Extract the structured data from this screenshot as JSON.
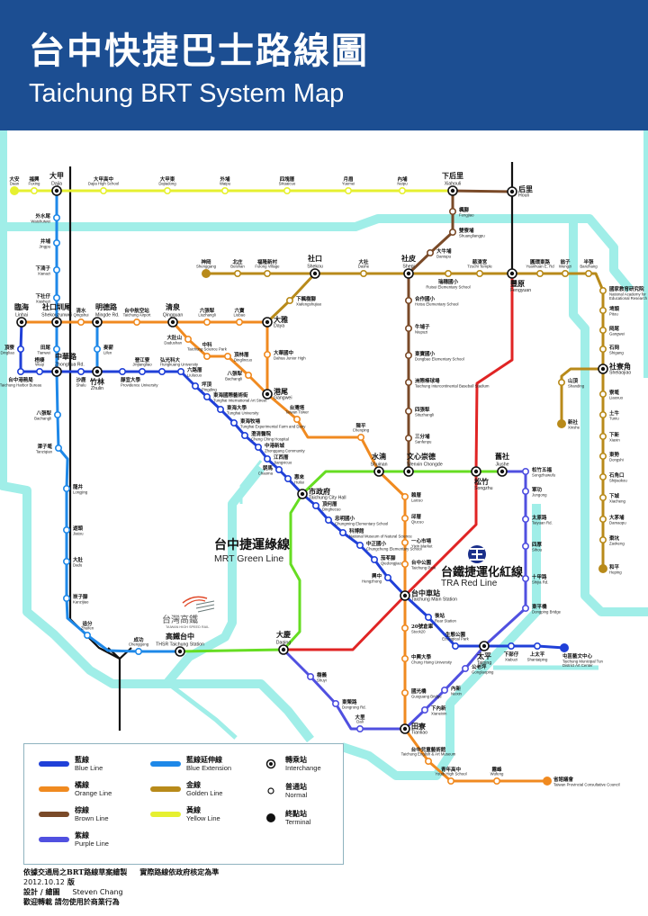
{
  "header": {
    "title_zh": "台中快捷巴士路線圖",
    "title_en": "Taichung BRT System Map",
    "background": "#1c4e92"
  },
  "labels": {
    "mrt_zh": "台中捷運綠線",
    "mrt_en": "MRT Green Line",
    "tra_zh": "台鐵捷運化紅線",
    "tra_en": "TRA Red Line",
    "thsr_zh": "台灣高鐵",
    "thsr_en": "TAIWAN HIGH SPEED RAIL"
  },
  "legend": {
    "lines": [
      {
        "zh": "藍線",
        "en": "Blue Line",
        "color": "#2040d8"
      },
      {
        "zh": "橘線",
        "en": "Orange Line",
        "color": "#f08a20"
      },
      {
        "zh": "棕線",
        "en": "Brown Line",
        "color": "#7a4a28"
      },
      {
        "zh": "紫線",
        "en": "Purple Line",
        "color": "#5050e0"
      },
      {
        "zh": "藍線延伸線",
        "en": "Blue Extension",
        "color": "#1e88e8"
      },
      {
        "zh": "金線",
        "en": "Golden Line",
        "color": "#b88a1a"
      },
      {
        "zh": "黃線",
        "en": "Yellow Line",
        "color": "#e6f030"
      }
    ],
    "station_types": [
      {
        "zh": "轉乘站",
        "en": "Interchange",
        "type": "interchange"
      },
      {
        "zh": "普通站",
        "en": "Normal",
        "type": "normal"
      },
      {
        "zh": "終點站",
        "en": "Terminal",
        "type": "terminal"
      }
    ]
  },
  "footer": {
    "note1": "依據交通局之BRT路線草案繪製",
    "note2": "實際路線依政府核定為準",
    "version": "2012.10.12",
    "version_suffix": "版",
    "design_label": "設計 / 繪圖",
    "designer": "Steven Chang",
    "note3": "歡迎轉載 請勿使用於商業行為"
  },
  "colors": {
    "river": "#a0eee8",
    "rail": "#111111",
    "green_mrt": "#66dd22",
    "red_tra": "#e02424"
  },
  "stations": {
    "daan": {
      "zh": "大安",
      "en": "Daan",
      "type": "terminal"
    },
    "fuxing": {
      "zh": "福興",
      "en": "Fuxing",
      "type": "normal"
    },
    "dajia": {
      "zh": "大甲",
      "en": "Dajia",
      "type": "interchange"
    },
    "dajiahs": {
      "zh": "大甲高中",
      "en": "Dajia High School",
      "type": "normal"
    },
    "dajiadong": {
      "zh": "大甲東",
      "en": "Dajiadong",
      "type": "normal"
    },
    "waipu": {
      "zh": "外埔",
      "en": "Waipu",
      "type": "normal"
    },
    "sikuaicuo": {
      "zh": "四塊厝",
      "en": "Sikuaicuo",
      "type": "normal"
    },
    "yuemei": {
      "zh": "月眉",
      "en": "Yuemei",
      "type": "normal"
    },
    "neipu": {
      "zh": "內埔",
      "en": "Neipu",
      "type": "normal"
    },
    "xiahouli": {
      "zh": "下后里",
      "en": "Xiahouli",
      "type": "interchange"
    },
    "houli": {
      "zh": "后里",
      "en": "Houli",
      "type": "interchange"
    },
    "fengjiao": {
      "zh": "楓腳",
      "en": "Fengjiao",
      "type": "normal"
    },
    "shuangliangpu": {
      "zh": "雙寮埔",
      "en": "Shuangliangpu",
      "type": "normal"
    },
    "daniupu": {
      "zh": "大牛埔",
      "en": "Daniupu",
      "type": "normal"
    },
    "shepi": {
      "zh": "社皮",
      "en": "Shepi",
      "type": "interchange"
    },
    "hotsu": {
      "zh": "合作國小",
      "en": "Hotsu Elementary School",
      "type": "normal"
    },
    "niupuzi": {
      "zh": "牛埔子",
      "en": "Niupuzi",
      "type": "normal"
    },
    "dongbao": {
      "zh": "東寶國小",
      "en": "Dongbao Elementary School",
      "type": "normal"
    },
    "baseball": {
      "zh": "洲際棒球場",
      "en": "Taichung Intercontinental Baseball Stadium",
      "type": "normal"
    },
    "situzhangli": {
      "zh": "四張犁",
      "en": "Situzhangli",
      "type": "normal"
    },
    "sanfenpu": {
      "zh": "三分埔",
      "en": "Sanfenpu",
      "type": "normal"
    },
    "wenxin": {
      "zh": "文心崇德",
      "en": "Wenxin Chongde",
      "type": "interchange"
    },
    "shenggang": {
      "zh": "神岡",
      "en": "Shenggang",
      "type": "terminal"
    },
    "beishan": {
      "zh": "北庄",
      "en": "Beishan",
      "type": "normal"
    },
    "fulong": {
      "zh": "福隆新村",
      "en": "Fulong Village",
      "type": "normal"
    },
    "shekou": {
      "zh": "社口",
      "en": "Shekou",
      "type": "interchange"
    },
    "dashe": {
      "zh": "大社",
      "en": "Dashe",
      "type": "normal"
    },
    "ruisui": {
      "zh": "瑞穗國小",
      "en": "Ruisui Elementary School",
      "type": "normal"
    },
    "tzuchi": {
      "zh": "慈濟宮",
      "en": "Tzuchi Temple",
      "type": "normal"
    },
    "fengyuan": {
      "zh": "豐原",
      "en": "Fengyuan",
      "type": "interchange"
    },
    "yuanhuan": {
      "zh": "圓環東路",
      "en": "Yuanhuan E. Rd",
      "type": "normal"
    },
    "wengzi": {
      "zh": "翁子",
      "en": "Wengzi",
      "type": "normal"
    },
    "banzhang": {
      "zh": "半張",
      "en": "Banzhang",
      "type": "normal"
    },
    "nawer": {
      "zh": "國家教育研究院",
      "en": "National Academy for Educational Research",
      "type": "normal"
    },
    "pitou": {
      "zh": "埤頭",
      "en": "Pitou",
      "type": "normal"
    },
    "gangwei2": {
      "zh": "岡尾",
      "en": "Gangwei",
      "type": "normal"
    },
    "shigang": {
      "zh": "石岡",
      "en": "Shigang",
      "type": "normal"
    },
    "shelaojiao": {
      "zh": "社寮角",
      "en": "Shelaojiao",
      "type": "interchange"
    },
    "liaoxuo": {
      "zh": "寮墘",
      "en": "Liaoxuo",
      "type": "normal"
    },
    "tuniu": {
      "zh": "土牛",
      "en": "Tuniu",
      "type": "normal"
    },
    "xiaxin": {
      "zh": "下新",
      "en": "Xiaxin",
      "type": "normal"
    },
    "dongshi": {
      "zh": "東勢",
      "en": "Dongshi",
      "type": "normal"
    },
    "shijiaokou": {
      "zh": "石角口",
      "en": "Shijiaokou",
      "type": "normal"
    },
    "xiacheng": {
      "zh": "下城",
      "en": "Xiacheng",
      "type": "normal"
    },
    "damaopu": {
      "zh": "大茅埔",
      "en": "Damaopu",
      "type": "normal"
    },
    "zaokeng": {
      "zh": "棗坑",
      "en": "Zaokeng",
      "type": "normal"
    },
    "heping": {
      "zh": "和平",
      "en": "Heping",
      "type": "terminal"
    },
    "shanding": {
      "zh": "山頂",
      "en": "Shanding",
      "type": "normal"
    },
    "xinshe": {
      "zh": "新社",
      "en": "Xinshe",
      "type": "terminal"
    },
    "xiafengshujiao": {
      "zh": "下楓樹腳",
      "en": "Xiafengshujiao",
      "type": "normal"
    },
    "daya": {
      "zh": "大雅",
      "en": "Daya",
      "type": "interchange"
    },
    "linhai": {
      "zh": "臨海",
      "en": "Linhai",
      "type": "interchange"
    },
    "shekouzunwei": {
      "zh": "社口圳尾",
      "en": "Shekouzunwei",
      "type": "interchange"
    },
    "qingshui": {
      "zh": "清水",
      "en": "Qingshui",
      "type": "normal"
    },
    "mingde": {
      "zh": "明德路",
      "en": "Mingde Rd.",
      "type": "interchange"
    },
    "airport": {
      "zh": "台中航空站",
      "en": "Taichung Airport",
      "type": "normal"
    },
    "qingquan": {
      "zh": "清泉",
      "en": "Qingquan",
      "type": "interchange"
    },
    "liuzhangli": {
      "zh": "六張犁",
      "en": "Liuzhangli",
      "type": "normal"
    },
    "liubao": {
      "zh": "六寶",
      "en": "Liubao",
      "type": "normal"
    },
    "dahua": {
      "zh": "大華國中",
      "en": "Dahua Junior High",
      "type": "normal"
    },
    "gangwei": {
      "zh": "港尾",
      "en": "Gangwei",
      "type": "interchange"
    },
    "dadushan": {
      "zh": "大肚山",
      "en": "Dadushan",
      "type": "normal"
    },
    "sciencepark": {
      "zh": "中科",
      "en": "Taichung Science Park",
      "type": "normal"
    },
    "dinglincuo": {
      "zh": "頂林厝",
      "en": "Dinglincuo",
      "type": "normal"
    },
    "bachangli": {
      "zh": "八張犁",
      "en": "Bachangli",
      "type": "normal"
    },
    "taiwantower": {
      "zh": "台灣塔",
      "en": "Taiwan Tower",
      "type": "normal"
    },
    "chenping": {
      "zh": "陳平",
      "en": "Chenping",
      "type": "normal"
    },
    "shuinan": {
      "zh": "水湳",
      "en": "Shuinan",
      "type": "interchange"
    },
    "laicuo": {
      "zh": "賴厝",
      "en": "Laicuo",
      "type": "normal"
    },
    "qiucuo": {
      "zh": "邱厝",
      "en": "Qiucuo",
      "type": "normal"
    },
    "yixin": {
      "zh": "一心市場",
      "en": "Yixin Market",
      "type": "normal"
    },
    "park": {
      "zh": "台中公園",
      "en": "Taichung Park",
      "type": "normal"
    },
    "mainstation": {
      "zh": "台中車站",
      "en": "Taichung Main Station",
      "type": "interchange"
    },
    "stock20": {
      "zh": "20號倉庫",
      "en": "Stock20",
      "type": "normal"
    },
    "nchu": {
      "zh": "中興大學",
      "en": "Chung Hsing University",
      "type": "normal"
    },
    "guoguang": {
      "zh": "國光橋",
      "en": "Guoguang Bridge",
      "type": "normal"
    },
    "tianliao": {
      "zh": "田寮",
      "en": "Tianliao",
      "type": "interchange"
    },
    "artmuseum": {
      "zh": "台中兒童藝術館",
      "en": "Taichung English & Art Museum",
      "type": "normal"
    },
    "youthhs": {
      "zh": "青年高中",
      "en": "Youth High School",
      "type": "normal"
    },
    "wufeng": {
      "zh": "霧峰",
      "en": "Wufeng",
      "type": "normal"
    },
    "council": {
      "zh": "省諮議會",
      "en": "Taiwan Provincial Consultative Council",
      "type": "terminal"
    },
    "dingliao": {
      "zh": "頂寮",
      "en": "Dingliao",
      "type": "normal"
    },
    "harbor": {
      "zh": "台中港務局",
      "en": "Taichung Harbor Bureau",
      "type": "normal"
    },
    "wuqi": {
      "zh": "梧棲",
      "en": "Wuqi",
      "type": "normal"
    },
    "zhonghua": {
      "zh": "中華路",
      "en": "Zhonghua Rd.",
      "type": "interchange"
    },
    "shalu": {
      "zh": "沙鹿",
      "en": "Shalu",
      "type": "normal"
    },
    "zhulin": {
      "zh": "竹林",
      "en": "Zhulin",
      "type": "interchange"
    },
    "providence": {
      "zh": "靜宜大學",
      "en": "Providence University",
      "type": "normal"
    },
    "jinjiangliao": {
      "zh": "晉江寮",
      "en": "Jinjiangliao",
      "type": "normal"
    },
    "hungkuang": {
      "zh": "弘光科大",
      "en": "Hungkuang University",
      "type": "normal"
    },
    "liulucuo": {
      "zh": "六路厝",
      "en": "Liulucuo",
      "type": "normal"
    },
    "pingding": {
      "zh": "坪頂",
      "en": "Pingding",
      "type": "normal"
    },
    "artstreet": {
      "zh": "東海國際藝術街",
      "en": "Tunghai International Art Street",
      "type": "normal"
    },
    "thu": {
      "zh": "東海大學",
      "en": "Tunghai University",
      "type": "normal"
    },
    "farm": {
      "zh": "東海牧場",
      "en": "Tunghai Experimental Farm and Dairy",
      "type": "normal"
    },
    "chengching": {
      "zh": "澄清醫院",
      "en": "Cheng Ching Hospital",
      "type": "normal"
    },
    "zhonggang": {
      "zh": "中港新城",
      "en": "Zhonggang Community",
      "type": "normal"
    },
    "jiangxicuo": {
      "zh": "江西厝",
      "en": "Jiangxicuo",
      "type": "normal"
    },
    "chaoma": {
      "zh": "朝馬",
      "en": "Chaoma",
      "type": "normal"
    },
    "huilai": {
      "zh": "惠來",
      "en": "Huilai",
      "type": "normal"
    },
    "cityhall": {
      "zh": "市政府",
      "en": "Taichung City Hall",
      "type": "interchange"
    },
    "dinghecuo": {
      "zh": "頂何厝",
      "en": "Dinghecuo",
      "type": "normal"
    },
    "chungming": {
      "zh": "忠明國小",
      "en": "Chungming Elementary School",
      "type": "normal"
    },
    "museum": {
      "zh": "科博館",
      "en": "National Museum of Natural Science",
      "type": "normal"
    },
    "chungcheng": {
      "zh": "中正國小",
      "en": "Chungcheng Elementary School",
      "type": "normal"
    },
    "qiedongjiao": {
      "zh": "茄苳腳",
      "en": "Qiedongjiao",
      "type": "normal"
    },
    "hengzhong": {
      "zh": "興中",
      "en": "Hengzhong",
      "type": "normal"
    },
    "rear": {
      "zh": "後站",
      "en": "Rear Station",
      "type": "normal"
    },
    "eco": {
      "zh": "生態公園",
      "en": "Ecological Park",
      "type": "normal"
    },
    "taiping": {
      "zh": "太平",
      "en": "Taiping",
      "type": "interchange"
    },
    "xiabuzi": {
      "zh": "下部仔",
      "en": "Xiabuzi",
      "type": "normal"
    },
    "shangtaiping": {
      "zh": "上太平",
      "en": "Shantaiping",
      "type": "normal"
    },
    "artcenter": {
      "zh": "屯區藝文中心",
      "en": "Taichung Municipal Tun District Art Center",
      "type": "terminal"
    },
    "waishuiwei": {
      "zh": "外水尾",
      "en": "Waishuiwei",
      "type": "normal"
    },
    "jingpu": {
      "zh": "井埔",
      "en": "Jingpu",
      "type": "normal"
    },
    "xianazi": {
      "zh": "下湳子",
      "en": "Xianazi",
      "type": "normal"
    },
    "xiashezi": {
      "zh": "下社仔",
      "en": "Xiashezi",
      "type": "normal"
    },
    "tianwei": {
      "zh": "田尾",
      "en": "Tianwei",
      "type": "normal"
    },
    "bachangli2": {
      "zh": "八張犁",
      "en": "Bachangli",
      "type": "normal"
    },
    "tanziqian": {
      "zh": "潭子墘",
      "en": "Tanziqian",
      "type": "normal"
    },
    "longjing": {
      "zh": "龍井",
      "en": "Longjing",
      "type": "normal"
    },
    "jiatou": {
      "zh": "遊頭",
      "en": "Jiatou",
      "type": "normal"
    },
    "dadu": {
      "zh": "大肚",
      "en": "Dadu",
      "type": "normal"
    },
    "kanzijiao": {
      "zh": "崁子腳",
      "en": "Kanzijiao",
      "type": "normal"
    },
    "zhuifen": {
      "zh": "追分",
      "en": "Zhuifen",
      "type": "normal"
    },
    "chenggong": {
      "zh": "成功",
      "en": "Chenggong",
      "type": "normal"
    },
    "thsr": {
      "zh": "高鐵台中",
      "en": "THSR Taichung Station",
      "type": "interchange"
    },
    "lifen": {
      "zh": "麥薪",
      "en": "Lifen",
      "type": "normal"
    },
    "daqing": {
      "zh": "大慶",
      "en": "Daqing",
      "type": "interchange"
    },
    "songzhu": {
      "zh": "松竹",
      "en": "Songzhu",
      "type": "interchange"
    },
    "jiushe": {
      "zh": "舊社",
      "en": "Jiushe",
      "type": "interchange"
    },
    "songzhuwufu": {
      "zh": "松竹五福",
      "en": "Songzhuwufu",
      "type": "normal"
    },
    "jungong": {
      "zh": "軍功",
      "en": "Jungong",
      "type": "normal"
    },
    "taiyuan": {
      "zh": "太原路",
      "en": "Taiyuan Rd.",
      "type": "normal"
    },
    "sihou": {
      "zh": "四厚",
      "en": "Sihou",
      "type": "normal"
    },
    "shijia": {
      "zh": "十甲路",
      "en": "Shijia Rd.",
      "type": "normal"
    },
    "dongping": {
      "zh": "東平橋",
      "en": "Dongping Bridge",
      "type": "normal"
    },
    "gonglaoping": {
      "zh": "公老坪",
      "en": "Gonglaoping",
      "type": "normal"
    },
    "neixin": {
      "zh": "內新",
      "en": "Neixin",
      "type": "normal"
    },
    "xianeixin": {
      "zh": "下內新",
      "en": "Xianeixin",
      "type": "normal"
    },
    "dali": {
      "zh": "大里",
      "en": "Dali",
      "type": "normal"
    },
    "dongrong": {
      "zh": "東榮路",
      "en": "Dongrong Rd.",
      "type": "normal"
    },
    "shuyi": {
      "zh": "樹義",
      "en": "Shuyi",
      "type": "normal"
    }
  },
  "lines": [
    {
      "key": "green",
      "color": "#66dd22",
      "routes": [
        [
          "thsr",
          "daqing",
          "cityhall",
          "shuinan",
          "wenxin",
          "songzhu",
          "jiushe"
        ]
      ]
    },
    {
      "key": "red",
      "color": "#e02424",
      "routes": [
        [
          "fengyuan",
          "songzhu",
          "mainstation",
          "daqing"
        ]
      ]
    },
    {
      "key": "yellow",
      "color": "#e6f030",
      "routes": [
        [
          "daan",
          "fuxing",
          "dajia",
          "dajiahs",
          "dajiadong",
          "waipu",
          "sikuaicuo",
          "yuemei",
          "neipu",
          "xiahouli"
        ]
      ]
    },
    {
      "key": "brown",
      "color": "#7a4a28",
      "routes": [
        [
          "houli",
          "xiahouli",
          "fengjiao",
          "shuangliangpu",
          "daniupu",
          "shepi",
          "hotsu",
          "niupuzi",
          "dongbao",
          "baseball",
          "situzhangli",
          "sanfenpu",
          "wenxin"
        ]
      ]
    },
    {
      "key": "golden",
      "color": "#b88a1a",
      "routes": [
        [
          "shenggang",
          "beishan",
          "fulong",
          "shekou",
          "dashe",
          "shepi",
          "ruisui",
          "tzuchi",
          "fengyuan",
          "yuanhuan",
          "wengzi",
          "banzhang",
          "nawer",
          "pitou",
          "gangwei2",
          "shigang",
          "shelaojiao",
          "liaoxuo",
          "tuniu",
          "xiaxin",
          "dongshi",
          "shijiaokou",
          "xiacheng",
          "damaopu",
          "zaokeng",
          "heping"
        ],
        [
          "shekou",
          "xiafengshujiao",
          "daya"
        ],
        [
          "shelaojiao",
          "shanding",
          "xinshe"
        ]
      ]
    },
    {
      "key": "orange",
      "color": "#f08a20",
      "routes": [
        [
          "linhai",
          "shekouzunwei",
          "qingshui",
          "mingde",
          "airport",
          "qingquan",
          "liuzhangli",
          "liubao",
          "daya",
          "dahua",
          "gangwei"
        ],
        [
          "qingquan",
          "dadushan",
          "sciencepark",
          "dinglincuo",
          "bachangli",
          "gangwei",
          "taiwantower",
          "chenping",
          "shuinan",
          "laicuo",
          "qiucuo",
          "yixin",
          "park",
          "mainstation",
          "stock20",
          "nchu",
          "guoguang",
          "tianliao",
          "artmuseum",
          "youthhs",
          "wufeng",
          "council"
        ]
      ]
    },
    {
      "key": "blueext",
      "color": "#1e88e8",
      "routes": [
        [
          "dajia",
          "waishuiwei",
          "jingpu",
          "xianazi",
          "xiashezi",
          "shekouzunwei",
          "tianwei",
          "zhonghua",
          "bachangli2",
          "tanziqian",
          "longjing",
          "jiatou",
          "dadu",
          "kanzijiao",
          "zhuifen",
          "chenggong",
          "thsr"
        ],
        [
          "mingde",
          "lifen",
          "zhulin"
        ]
      ]
    },
    {
      "key": "blue",
      "color": "#2040d8",
      "routes": [
        [
          "linhai",
          "dingliao",
          "harbor",
          "wuqi",
          "zhonghua",
          "shalu",
          "zhulin",
          "providence",
          "jinjiangliao",
          "hungkuang",
          "liulucuo",
          "pingding",
          "artstreet",
          "thu",
          "farm",
          "chengching",
          "zhonggang",
          "jiangxicuo",
          "chaoma",
          "huilai",
          "cityhall",
          "dinghecuo",
          "chungming",
          "museum",
          "chungcheng",
          "qiedongjiao",
          "hengzhong",
          "mainstation",
          "rear",
          "eco",
          "taiping",
          "xiabuzi",
          "shangtaiping",
          "artcenter"
        ]
      ]
    },
    {
      "key": "purple",
      "color": "#5050e0",
      "routes": [
        [
          "jiushe",
          "songzhuwufu",
          "jungong",
          "taiyuan",
          "sihou",
          "shijia",
          "dongping",
          "taiping",
          "gonglaoping",
          "neixin",
          "xianeixin",
          "tianliao",
          "dali",
          "dongrong",
          "shuyi",
          "daqing"
        ]
      ]
    }
  ]
}
